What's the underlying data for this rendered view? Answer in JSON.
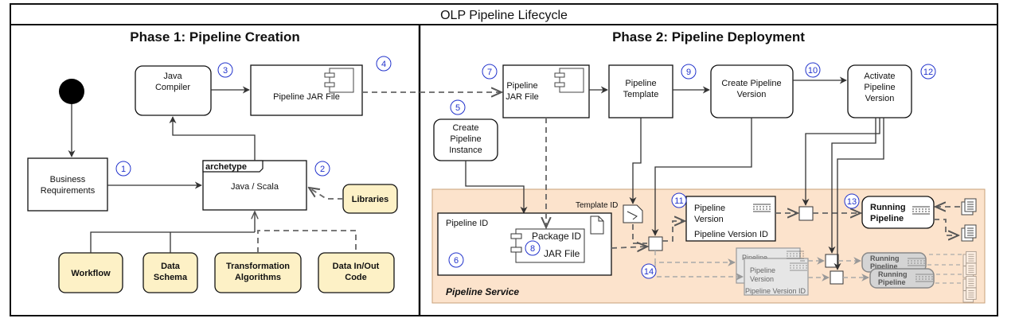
{
  "title": "OLP Pipeline Lifecycle",
  "phase1": {
    "title": "Phase 1: Pipeline Creation",
    "java_compiler": [
      "Java",
      "Compiler"
    ],
    "pipeline_jar": "Pipeline JAR File",
    "business_requirements": [
      "Business",
      "Requirements"
    ],
    "archetype_tab": "archetype",
    "java_scala": "Java / Scala",
    "libraries": "Libraries",
    "workflow": "Workflow",
    "data_schema": [
      "Data",
      "Schema"
    ],
    "transformation": [
      "Transformation",
      "Algorithms"
    ],
    "data_io": [
      "Data In/Out",
      "Code"
    ]
  },
  "phase2": {
    "title": "Phase 2: Pipeline Deployment",
    "pipeline_jar": [
      "Pipeline",
      "JAR File"
    ],
    "pipeline_template": [
      "Pipeline",
      "Template"
    ],
    "create_version": [
      "Create Pipeline",
      "Version"
    ],
    "activate_version": [
      "Activate",
      "Pipeline",
      "Version"
    ],
    "create_instance": [
      "Create",
      "Pipeline",
      "Instance"
    ],
    "template_id": "Template ID",
    "pipeline_id": "Pipeline ID",
    "package_id": "Package ID",
    "jar_file": "JAR File",
    "pipeline_version": [
      "Pipeline",
      "Version"
    ],
    "pipeline_version_id": "Pipeline Version ID",
    "running_pipeline": [
      "Running",
      "Pipeline"
    ],
    "pipeline_service": "Pipeline Service",
    "ghost_pipeline": "Pipeline",
    "ghost_version": [
      "Pipeline",
      "Version"
    ],
    "ghost_version_id": "Pipeline Version ID"
  },
  "step_numbers": [
    "1",
    "2",
    "3",
    "4",
    "5",
    "6",
    "7",
    "8",
    "9",
    "10",
    "11",
    "12",
    "13",
    "14"
  ],
  "colors": {
    "service_fill": "#fce3cc",
    "input_fill": "#fdf1c6",
    "step_number": "#2233cc",
    "ghost_fill": "#e6e6e6"
  }
}
